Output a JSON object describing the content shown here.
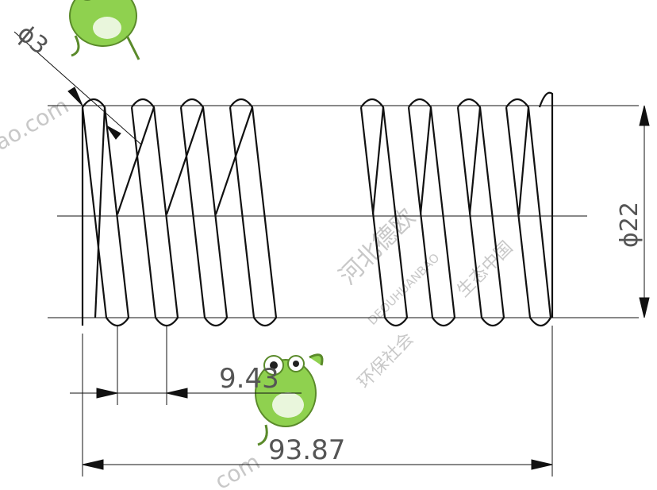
{
  "drawing": {
    "wire_diameter_label": "ϕ3",
    "outer_diameter_label": "ϕ22",
    "pitch_label": "9.43",
    "free_length_label": "93.87"
  },
  "watermark": {
    "text_main": "河北德欧",
    "text_pinyin": "DEOUHUANBAO",
    "text_sub_left": "环保社会",
    "text_sub_right": "生态中国",
    "domain_fragment_top": "ao.com",
    "domain_fragment_bottom": "com"
  },
  "colors": {
    "line": "#111111",
    "dimension_text": "#555555",
    "watermark": "#c8c8c8",
    "mascot_green": "#8fd14f"
  },
  "icons": {
    "mascot": "frog-mascot-icon"
  }
}
